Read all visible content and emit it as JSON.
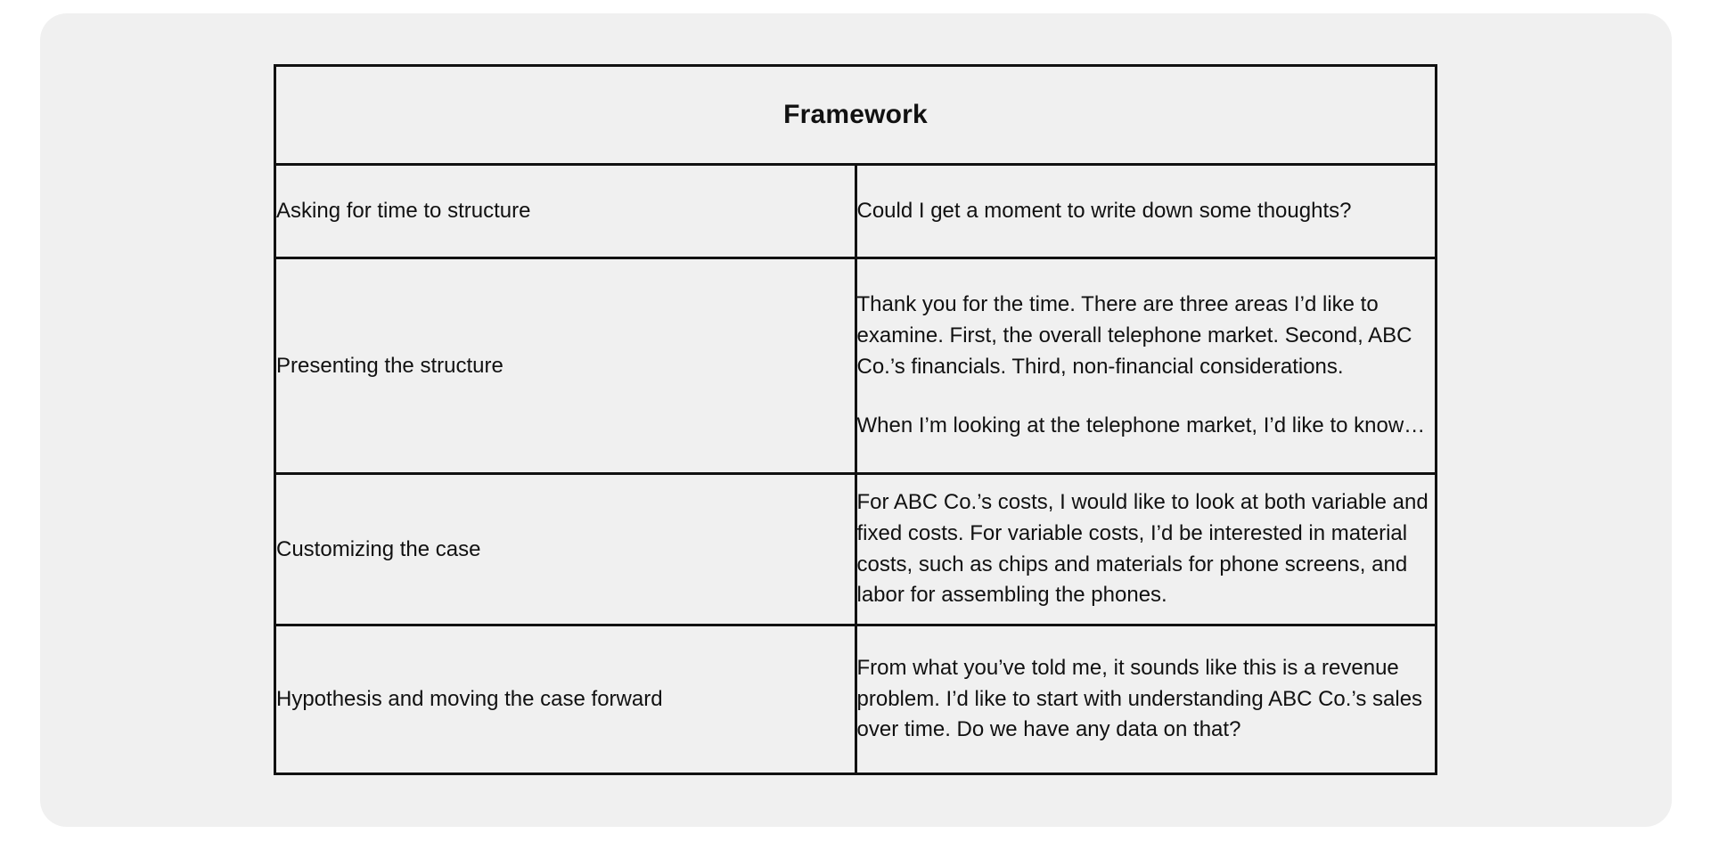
{
  "card": {
    "background_color": "#f0f0f0",
    "page_background_color": "#ffffff",
    "border_color": "#111111"
  },
  "table": {
    "title": "Framework",
    "rows": [
      {
        "label": "Asking for time to structure",
        "paragraphs": [
          "Could I get a moment to write down some thoughts?"
        ]
      },
      {
        "label": "Presenting the structure",
        "paragraphs": [
          "Thank you for the time. There are three areas I’d like to examine. First, the overall telephone market. Second, ABC Co.’s financials. Third, non-financial considerations.",
          "When I’m looking at the telephone market, I’d like to know…"
        ]
      },
      {
        "label": "Customizing the case",
        "paragraphs": [
          "For ABC Co.’s costs, I would like to look at both variable and fixed costs. For variable costs, I’d be interested in material costs, such as chips and materials for phone screens, and labor for assembling the phones."
        ]
      },
      {
        "label": "Hypothesis and moving the case forward",
        "paragraphs": [
          "From what you’ve told me, it sounds like this is a revenue problem. I’d like to start with understanding ABC Co.’s sales over time. Do we have any data on that?"
        ]
      }
    ]
  }
}
